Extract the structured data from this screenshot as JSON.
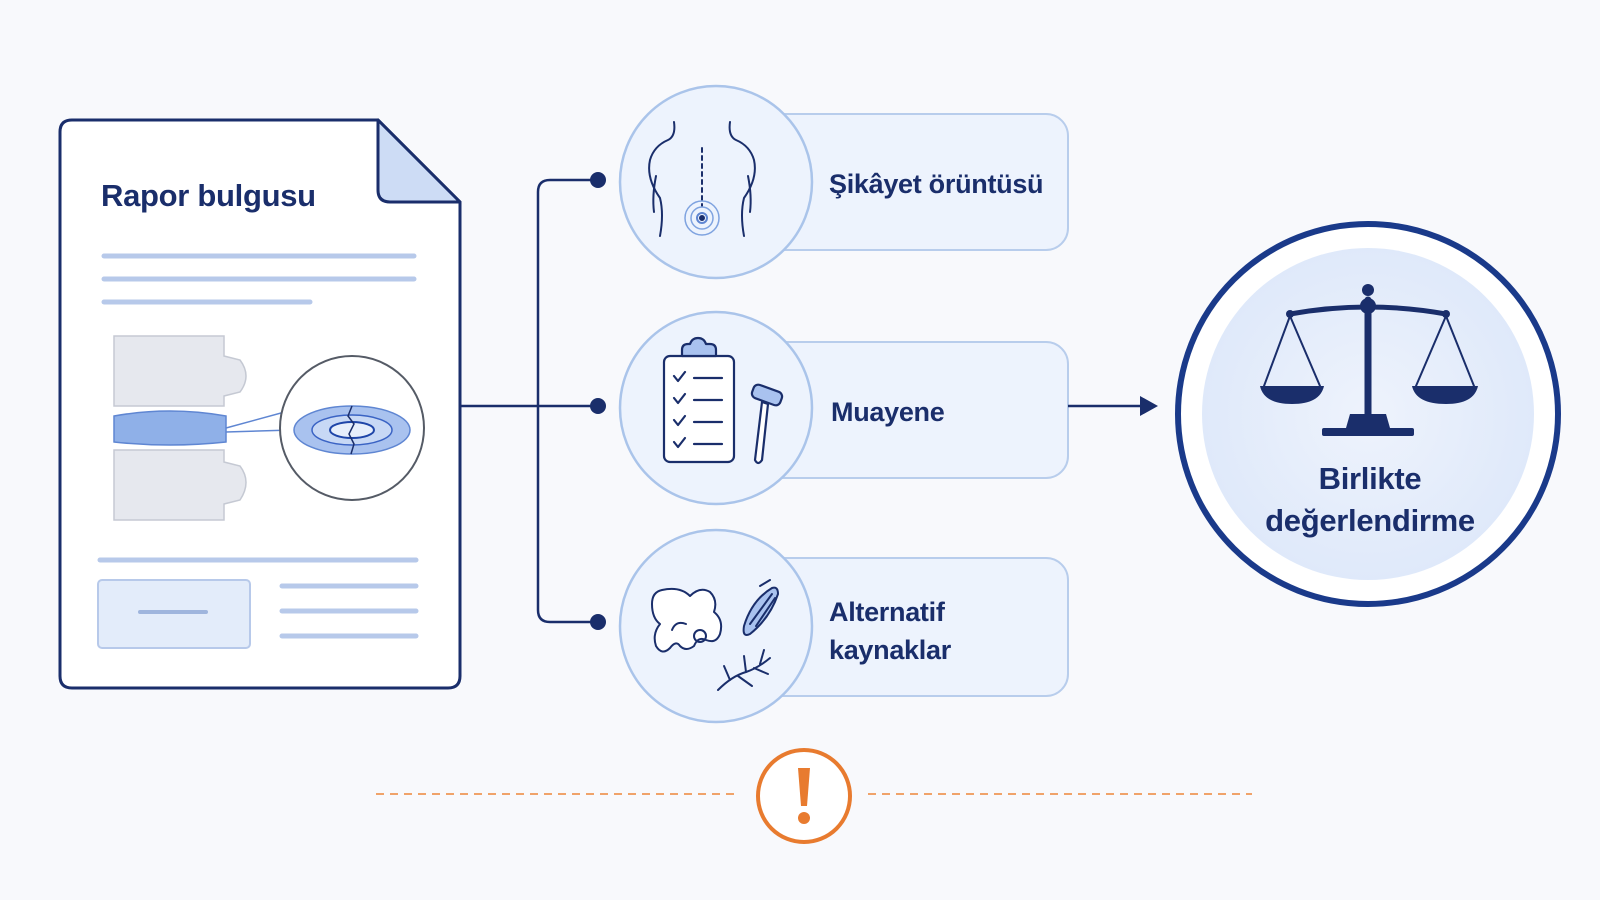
{
  "document": {
    "title": "Rapor bulgusu"
  },
  "steps": [
    {
      "label": "Şikâyet örüntüsü",
      "icon": "back-pain-icon"
    },
    {
      "label": "Muayene",
      "icon": "clipboard-reflex-hammer-icon"
    },
    {
      "label": "Alternatif\nkaynaklar",
      "icon": "pelvis-muscle-nerve-icon"
    }
  ],
  "result": {
    "label": "Birlikte\ndeğerlendirme",
    "icon": "balance-scale-icon"
  },
  "warning": {
    "icon": "exclamation-icon"
  },
  "colors": {
    "navy": "#1a2e6b",
    "light_blue": "#e8f0fc",
    "border_blue": "#aac4ea",
    "accent_blue": "#7fa3e0",
    "warning_orange": "#e87b2f",
    "background": "#f8f9fc"
  }
}
